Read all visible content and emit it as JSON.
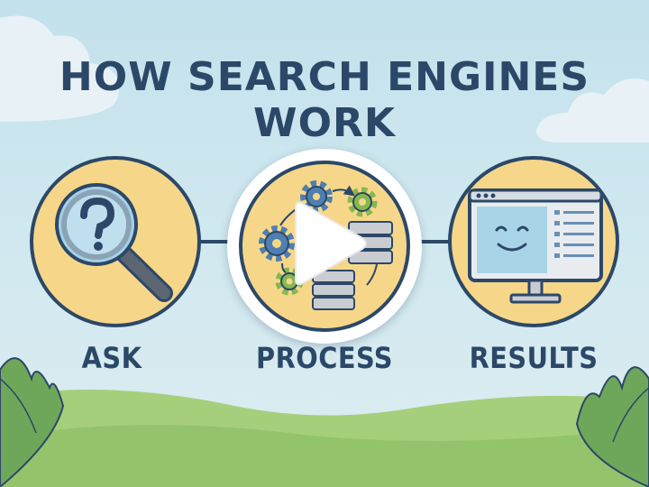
{
  "title": "HOW SEARCH ENGINES WORK",
  "steps": [
    {
      "label": "ASK",
      "icon": "magnifier-question-icon"
    },
    {
      "label": "PROCESS",
      "icon": "gears-servers-icon"
    },
    {
      "label": "RESULTS",
      "icon": "monitor-smiley-icon"
    }
  ],
  "colors": {
    "sky": "#cde5ee",
    "ink": "#2c4868",
    "circle_fill": "#f6d789",
    "grass_light": "#a6cf7c",
    "grass_dark": "#6fa75a",
    "gear_blue": "#4e7fb0",
    "gear_green": "#86b84f"
  },
  "video": {
    "play_icon": "play-icon"
  }
}
